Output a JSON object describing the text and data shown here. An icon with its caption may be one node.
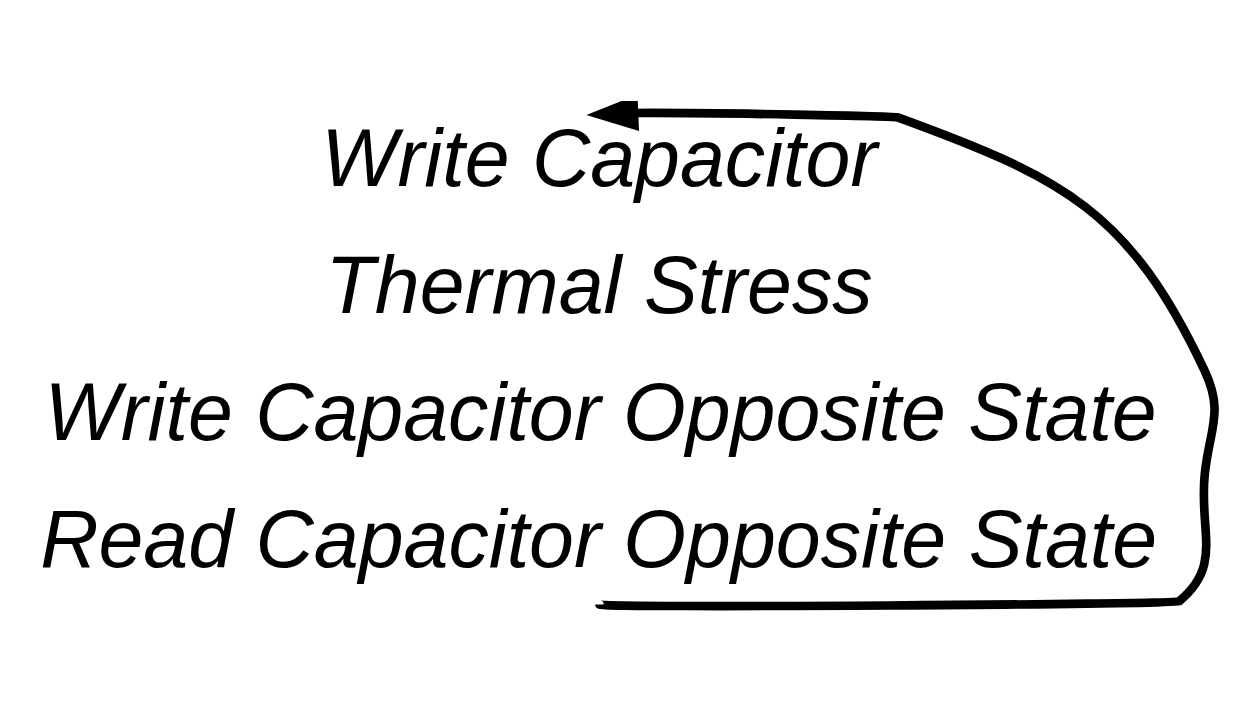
{
  "diagram": {
    "nodes": [
      {
        "text": [
          "Write Capacitor"
        ]
      },
      {
        "text": [
          "Read Capacitor Opposite State"
        ]
      }
    ],
    "edges": [
      {
        "from": 1,
        "to": 0,
        "arrow": "to"
      }
    ],
    "labels": [
      "Thermal Stress",
      "Write Capacitor Opposite State"
    ]
  }
}
